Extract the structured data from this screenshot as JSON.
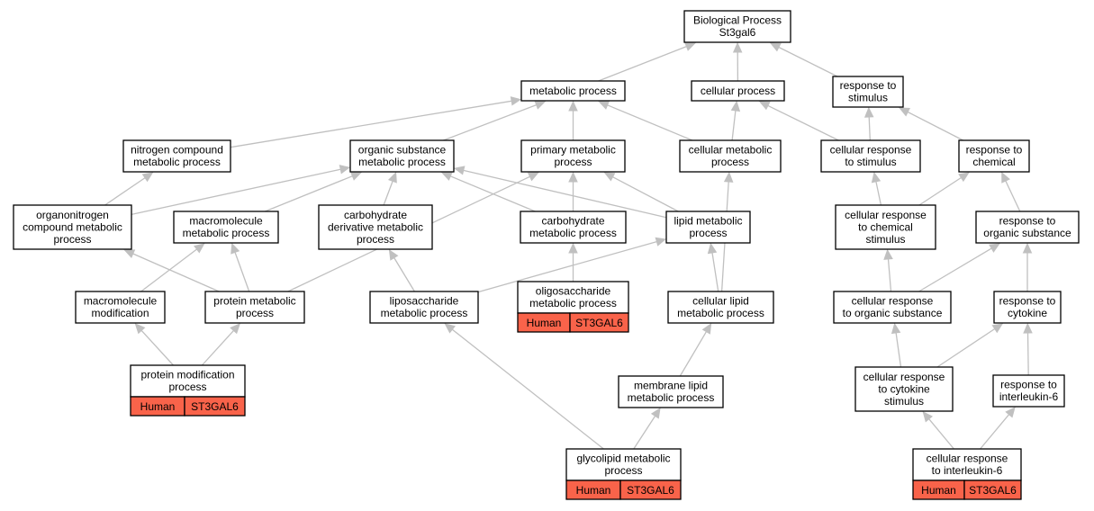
{
  "diagram": {
    "title": "Biological Process St3gal6",
    "colors": {
      "edge": "#c0c0c0",
      "node_border": "#000000",
      "node_fill": "#ffffff",
      "gene_cell": "#f9634a"
    },
    "nodes": [
      {
        "id": "bp",
        "lines": [
          "Biological Process",
          "St3gal6"
        ]
      },
      {
        "id": "metabolic",
        "lines": [
          "metabolic process"
        ]
      },
      {
        "id": "cellular",
        "lines": [
          "cellular process"
        ]
      },
      {
        "id": "response_stimulus",
        "lines": [
          "response to",
          "stimulus"
        ]
      },
      {
        "id": "nitrogen",
        "lines": [
          "nitrogen compound",
          "metabolic process"
        ]
      },
      {
        "id": "organic_substance_met",
        "lines": [
          "organic substance",
          "metabolic process"
        ]
      },
      {
        "id": "primary",
        "lines": [
          "primary metabolic",
          "process"
        ]
      },
      {
        "id": "cellular_met",
        "lines": [
          "cellular metabolic",
          "process"
        ]
      },
      {
        "id": "cellular_response_stimulus",
        "lines": [
          "cellular response",
          "to stimulus"
        ]
      },
      {
        "id": "response_chemical",
        "lines": [
          "response to",
          "chemical"
        ]
      },
      {
        "id": "organonitrogen",
        "lines": [
          "organonitrogen",
          "compound metabolic",
          "process"
        ]
      },
      {
        "id": "macromolecule_met",
        "lines": [
          "macromolecule",
          "metabolic process"
        ]
      },
      {
        "id": "carb_derivative",
        "lines": [
          "carbohydrate",
          "derivative metabolic",
          "process"
        ]
      },
      {
        "id": "carbohydrate",
        "lines": [
          "carbohydrate",
          "metabolic process"
        ]
      },
      {
        "id": "lipid",
        "lines": [
          "lipid metabolic",
          "process"
        ]
      },
      {
        "id": "cell_resp_chemical",
        "lines": [
          "cellular response",
          "to chemical",
          "stimulus"
        ]
      },
      {
        "id": "resp_organic",
        "lines": [
          "response to",
          "organic substance"
        ]
      },
      {
        "id": "macromolecule_mod",
        "lines": [
          "macromolecule",
          "modification"
        ]
      },
      {
        "id": "protein_met",
        "lines": [
          "protein metabolic",
          "process"
        ]
      },
      {
        "id": "liposaccharide",
        "lines": [
          "liposaccharide",
          "metabolic process"
        ]
      },
      {
        "id": "oligosaccharide",
        "lines": [
          "oligosaccharide",
          "metabolic process"
        ],
        "genes": [
          "Human",
          "ST3GAL6"
        ]
      },
      {
        "id": "cellular_lipid",
        "lines": [
          "cellular lipid",
          "metabolic process"
        ]
      },
      {
        "id": "cell_resp_organic",
        "lines": [
          "cellular response",
          "to organic substance"
        ]
      },
      {
        "id": "resp_cytokine",
        "lines": [
          "response to",
          "cytokine"
        ]
      },
      {
        "id": "protein_mod",
        "lines": [
          "protein modification",
          "process"
        ],
        "genes": [
          "Human",
          "ST3GAL6"
        ]
      },
      {
        "id": "membrane_lipid",
        "lines": [
          "membrane lipid",
          "metabolic process"
        ]
      },
      {
        "id": "cell_resp_cytokine",
        "lines": [
          "cellular response",
          "to cytokine",
          "stimulus"
        ]
      },
      {
        "id": "resp_il6",
        "lines": [
          "response to",
          "interleukin-6"
        ]
      },
      {
        "id": "glycolipid",
        "lines": [
          "glycolipid metabolic",
          "process"
        ],
        "genes": [
          "Human",
          "ST3GAL6"
        ]
      },
      {
        "id": "cell_resp_il6",
        "lines": [
          "cellular response",
          "to interleukin-6"
        ],
        "genes": [
          "Human",
          "ST3GAL6"
        ]
      }
    ],
    "edges": [
      [
        "metabolic",
        "bp"
      ],
      [
        "cellular",
        "bp"
      ],
      [
        "response_stimulus",
        "bp"
      ],
      [
        "nitrogen",
        "metabolic"
      ],
      [
        "organic_substance_met",
        "metabolic"
      ],
      [
        "primary",
        "metabolic"
      ],
      [
        "cellular_met",
        "metabolic"
      ],
      [
        "cellular_met",
        "cellular"
      ],
      [
        "cellular_response_stimulus",
        "cellular"
      ],
      [
        "cellular_response_stimulus",
        "response_stimulus"
      ],
      [
        "response_chemical",
        "response_stimulus"
      ],
      [
        "organonitrogen",
        "nitrogen"
      ],
      [
        "organonitrogen",
        "organic_substance_met"
      ],
      [
        "macromolecule_met",
        "organic_substance_met"
      ],
      [
        "carb_derivative",
        "organic_substance_met"
      ],
      [
        "carbohydrate",
        "organic_substance_met"
      ],
      [
        "lipid",
        "organic_substance_met"
      ],
      [
        "carbohydrate",
        "primary"
      ],
      [
        "lipid",
        "primary"
      ],
      [
        "cell_resp_chemical",
        "cellular_response_stimulus"
      ],
      [
        "cell_resp_chemical",
        "response_chemical"
      ],
      [
        "resp_organic",
        "response_chemical"
      ],
      [
        "protein_met",
        "organonitrogen"
      ],
      [
        "protein_met",
        "macromolecule_met"
      ],
      [
        "macromolecule_mod",
        "macromolecule_met"
      ],
      [
        "protein_met",
        "primary"
      ],
      [
        "liposaccharide",
        "carb_derivative"
      ],
      [
        "liposaccharide",
        "lipid"
      ],
      [
        "oligosaccharide",
        "carbohydrate"
      ],
      [
        "cellular_lipid",
        "lipid"
      ],
      [
        "cellular_lipid",
        "cellular_met"
      ],
      [
        "cell_resp_organic",
        "cell_resp_chemical"
      ],
      [
        "cell_resp_organic",
        "resp_organic"
      ],
      [
        "resp_cytokine",
        "resp_organic"
      ],
      [
        "protein_mod",
        "macromolecule_mod"
      ],
      [
        "protein_mod",
        "protein_met"
      ],
      [
        "membrane_lipid",
        "cellular_lipid"
      ],
      [
        "cell_resp_cytokine",
        "cell_resp_organic"
      ],
      [
        "cell_resp_cytokine",
        "resp_cytokine"
      ],
      [
        "resp_il6",
        "resp_cytokine"
      ],
      [
        "glycolipid",
        "liposaccharide"
      ],
      [
        "glycolipid",
        "membrane_lipid"
      ],
      [
        "cell_resp_il6",
        "cell_resp_cytokine"
      ],
      [
        "cell_resp_il6",
        "resp_il6"
      ]
    ]
  }
}
